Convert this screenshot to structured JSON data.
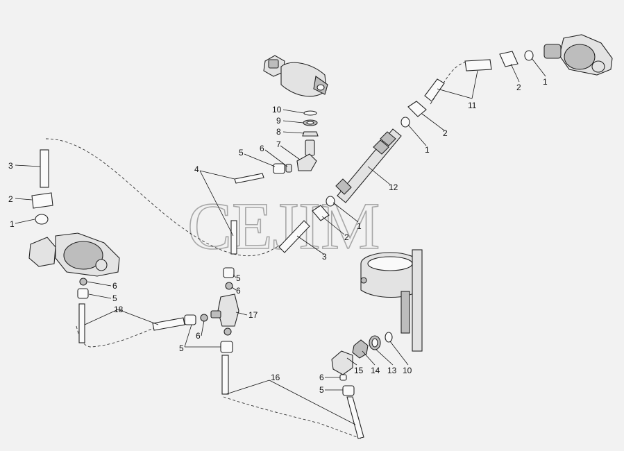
{
  "watermark": "CEJIM",
  "callouts": [
    {
      "id": "c1",
      "text": "1"
    },
    {
      "id": "c2",
      "text": "2"
    },
    {
      "id": "c3",
      "text": "3"
    },
    {
      "id": "c4",
      "text": "4"
    },
    {
      "id": "c5",
      "text": "5"
    },
    {
      "id": "c6",
      "text": "6"
    },
    {
      "id": "c7",
      "text": "7"
    },
    {
      "id": "c8",
      "text": "8"
    },
    {
      "id": "c9",
      "text": "9"
    },
    {
      "id": "c10",
      "text": "10"
    },
    {
      "id": "c11",
      "text": "11"
    },
    {
      "id": "c12",
      "text": "12"
    },
    {
      "id": "c13",
      "text": "13"
    },
    {
      "id": "c14",
      "text": "14"
    },
    {
      "id": "c15",
      "text": "15"
    },
    {
      "id": "c16",
      "text": "16"
    },
    {
      "id": "c17",
      "text": "17"
    },
    {
      "id": "c18",
      "text": "18"
    }
  ]
}
